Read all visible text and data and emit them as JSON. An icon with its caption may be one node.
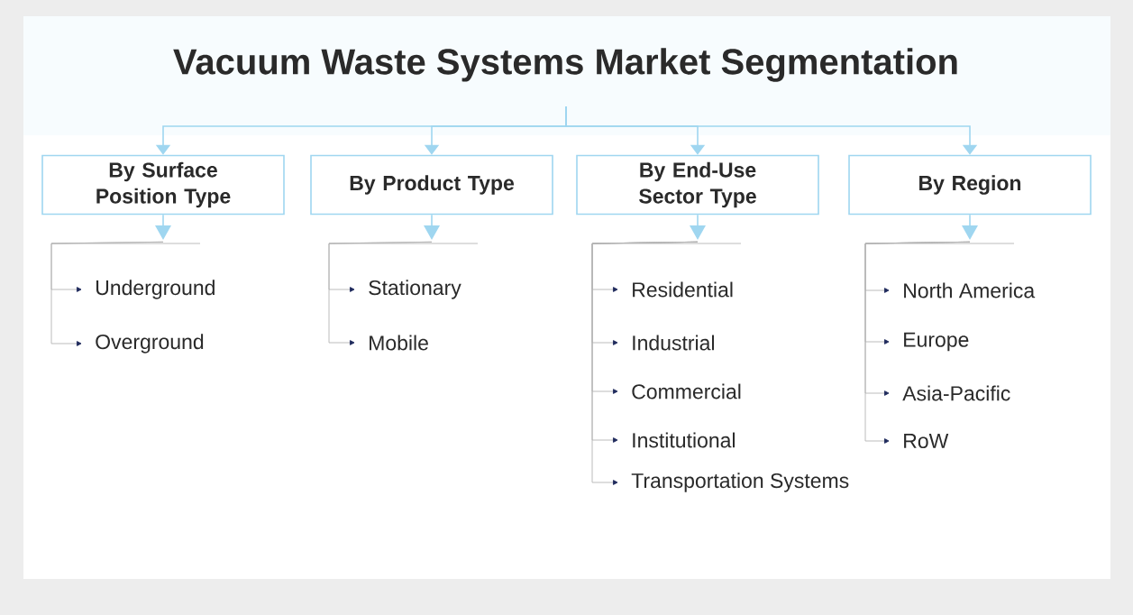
{
  "diagram": {
    "title": "Vacuum Waste Systems Market Segmentation",
    "nodes": [
      {
        "text": [
          "By Surface Position Type"
        ]
      },
      {
        "text": [
          "By Product Type"
        ]
      },
      {
        "text": [
          "By End-Use Sector Type"
        ]
      },
      {
        "text": [
          "By Region"
        ]
      },
      {
        "text": [
          "Underground"
        ]
      },
      {
        "text": [
          "Overground"
        ]
      },
      {
        "text": [
          "Stationary"
        ]
      },
      {
        "text": [
          "Mobile"
        ]
      },
      {
        "text": [
          "Residential"
        ]
      },
      {
        "text": [
          "Industrial"
        ]
      },
      {
        "text": [
          "Commercial"
        ]
      },
      {
        "text": [
          "Institutional"
        ]
      },
      {
        "text": [
          "Transportation Systems"
        ]
      },
      {
        "text": [
          "North America"
        ]
      },
      {
        "text": [
          "Europe"
        ]
      },
      {
        "text": [
          "Asia-Pacific"
        ]
      },
      {
        "text": [
          "RoW"
        ]
      }
    ],
    "edges": [
      {
        "from": null,
        "to": 0,
        "arrow": "to",
        "color": "#9fd6f0"
      },
      {
        "from": null,
        "to": 1,
        "arrow": "to",
        "color": "#9fd6f0"
      },
      {
        "from": null,
        "to": 2,
        "arrow": "to",
        "color": "#9fd6f0"
      },
      {
        "from": null,
        "to": 3,
        "arrow": "to",
        "color": "#9fd6f0"
      },
      {
        "from": 0,
        "to": 4,
        "arrow": "to"
      },
      {
        "from": 0,
        "to": 5,
        "arrow": "to"
      },
      {
        "from": 1,
        "to": 6,
        "arrow": "to"
      },
      {
        "from": 1,
        "to": 7,
        "arrow": "to"
      },
      {
        "from": 2,
        "to": 8,
        "arrow": "to"
      },
      {
        "from": 2,
        "to": 9,
        "arrow": "to"
      },
      {
        "from": 2,
        "to": 10,
        "arrow": "to"
      },
      {
        "from": 2,
        "to": 11,
        "arrow": "to"
      },
      {
        "from": 2,
        "to": 12,
        "arrow": "to"
      },
      {
        "from": 3,
        "to": 13,
        "arrow": "to"
      },
      {
        "from": 3,
        "to": 14,
        "arrow": "to"
      },
      {
        "from": 3,
        "to": 15,
        "arrow": "to"
      },
      {
        "from": 3,
        "to": 16,
        "arrow": "to"
      }
    ]
  }
}
